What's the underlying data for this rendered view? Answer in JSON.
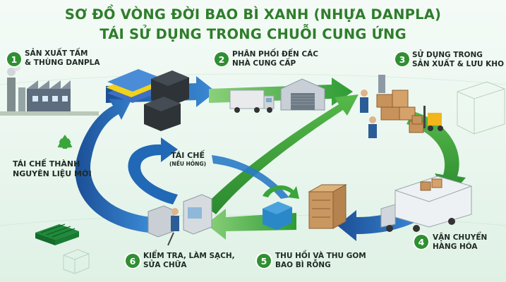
{
  "title": {
    "line1": "SƠ ĐỒ VÒNG ĐỜI BAO BÌ XANH (NHỰA DANPLA)",
    "line2": "TÁI SỬ DỤNG TRONG CHUỖI CUNG ỨNG"
  },
  "steps": [
    {
      "number": "1",
      "line1": "SẢN XUẤT TẤM",
      "line2": "& THÙNG DANPLA"
    },
    {
      "number": "2",
      "line1": "PHÂN PHỐI ĐẾN CÁC",
      "line2": "NHÀ CUNG CẤP"
    },
    {
      "number": "3",
      "line1": "SỬ DỤNG TRONG",
      "line2": "SẢN XUẤT & LƯU KHO"
    },
    {
      "number": "4",
      "line1": "VẬN CHUYỂN",
      "line2": "HÀNG HÓA"
    },
    {
      "number": "5",
      "line1": "THU HỒI VÀ THU GOM",
      "line2": "BAO BÌ RỖNG"
    },
    {
      "number": "6",
      "line1": "KIỂM TRA, LÀM SẠCH,",
      "line2": "SỬA CHỮA"
    }
  ],
  "recycle_new": {
    "line1": "TÁI CHẾ THÀNH",
    "line2": "NGUYÊN LIỆU MỚI"
  },
  "recycle_damaged": {
    "line1": "TÁI CHẾ",
    "line2": "(NẾU HỎNG)"
  },
  "colors": {
    "title_green": "#2f7d2c",
    "arrow_green": "#3aa53a",
    "arrow_blue": "#1f5fa8",
    "badge_green": "#2f8f32"
  }
}
